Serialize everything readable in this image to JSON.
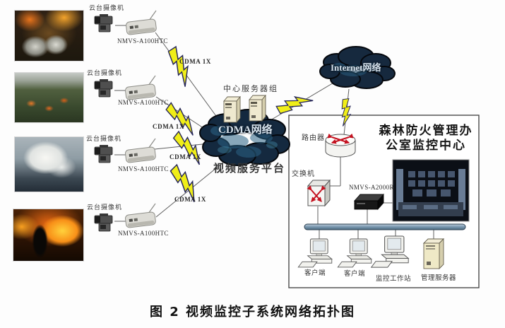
{
  "caption": "图 2 视频监控子系统网络拓扑图",
  "cameras": {
    "label": "云台摄像机",
    "model": "NMVS-A100HTC",
    "link": "CDMA 1X"
  },
  "platform": {
    "cloud": "CDMA网络",
    "servers": "中心服务器组",
    "name": "视频服务平台"
  },
  "internet": {
    "cloud": "Internet网络"
  },
  "center": {
    "title1": "森林防火管理办",
    "title2": "公室监控中心",
    "router": "路由器",
    "switch": "交换机",
    "decoder": "NMVS-A2000R",
    "client": "客户端",
    "workstation": "监控工作站",
    "mgmt_server": "管理服务器"
  },
  "colors": {
    "cloud_fill": "#14293f",
    "bolt_yellow": "#f0ee18",
    "arrow_red": "#c41220",
    "bus_blue": "#6c8aa4",
    "server_beige": "#efe9cf"
  }
}
